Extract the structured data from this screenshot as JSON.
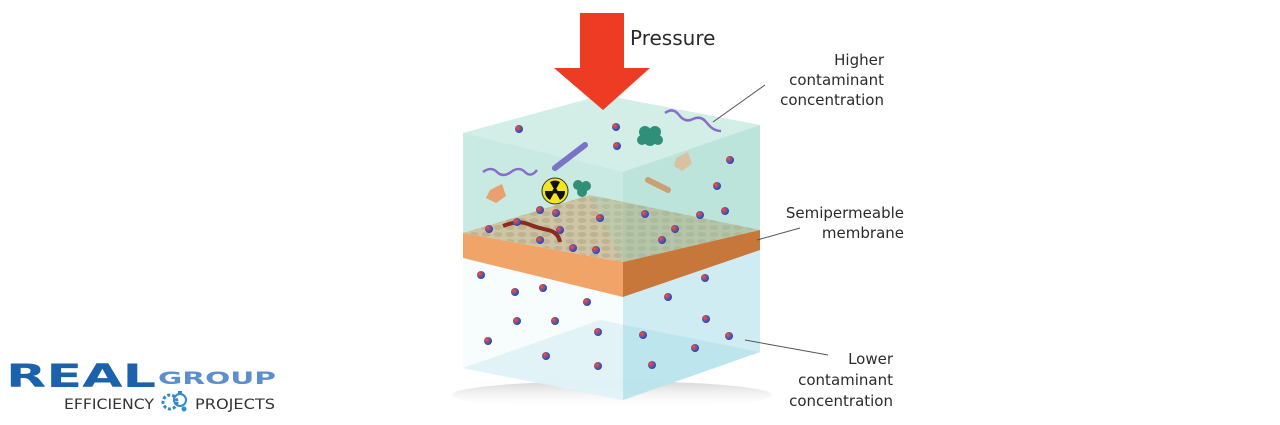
{
  "diagram": {
    "pressure_label": "Pressure",
    "higher": [
      "Higher",
      "contaminant",
      "concentration"
    ],
    "membrane": [
      "Semipermeable",
      "membrane"
    ],
    "lower": [
      "Lower",
      "contaminant",
      "concentration"
    ]
  },
  "logo": {
    "main": "REAL",
    "group": "GROUP",
    "efficiency": "EFFICIENCY",
    "projects": "PROJECTS"
  },
  "colors": {
    "arrow": "#ee3b24",
    "membrane": "#f1a468",
    "logo_blue": "#1b62ad",
    "logo_light": "#5d8fcc"
  }
}
